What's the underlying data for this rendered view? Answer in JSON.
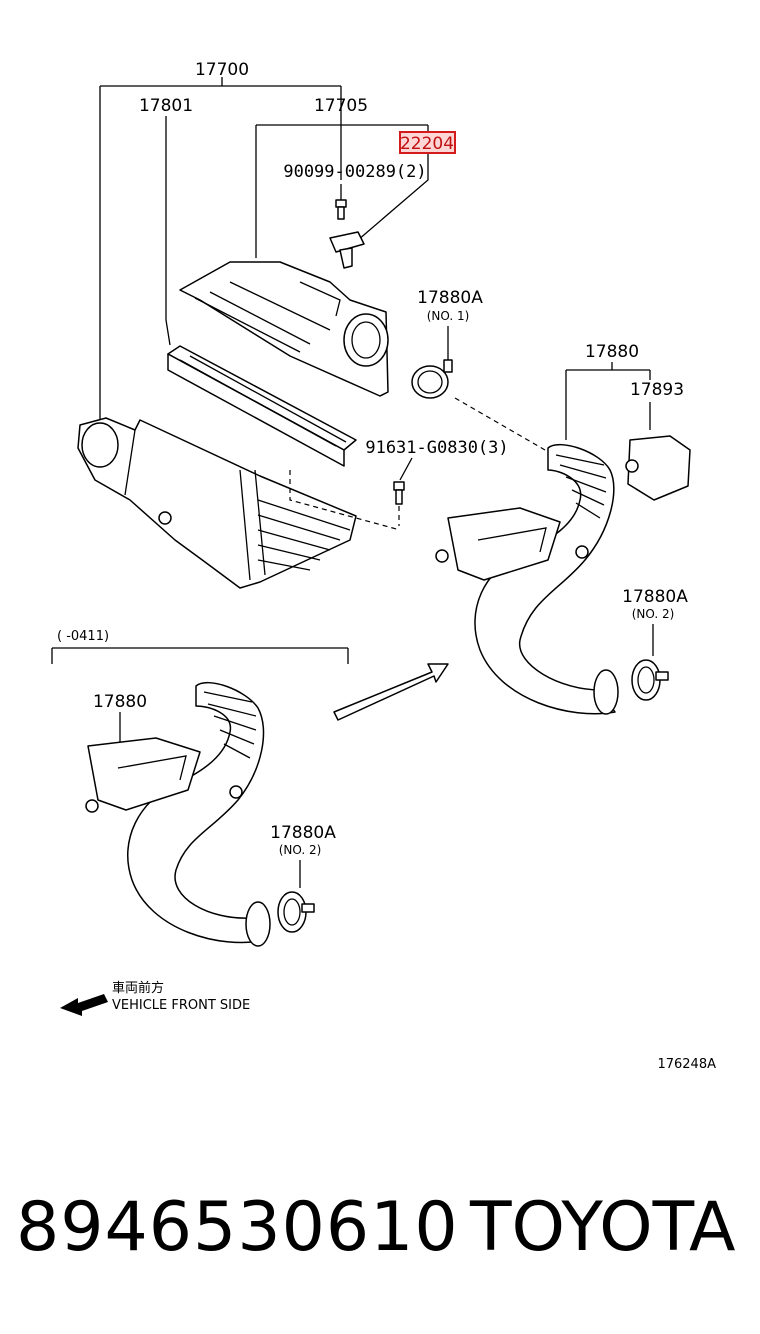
{
  "diagram": {
    "labels": {
      "p17700": "17700",
      "p17801": "17801",
      "p17705": "17705",
      "p22204": "22204",
      "p90099": "90099-00289(2)",
      "p17880A_1": "17880A",
      "p17880A_1_sub": "(NO. 1)",
      "p17880_r": "17880",
      "p17893": "17893",
      "p91631": "91631-G0830(3)",
      "p17880A_2r": "17880A",
      "p17880A_2r_sub": "(NO. 2)",
      "range": "(      -0411)",
      "p17880_l": "17880",
      "p17880A_2l": "17880A",
      "p17880A_2l_sub": "(NO. 2)",
      "front_jp": "車両前方",
      "front_en": "VEHICLE FRONT SIDE",
      "ref": "176248A"
    },
    "highlight_color": "#d41b1b"
  },
  "footer": {
    "part_number": "8946530610",
    "brand": "TOYOTA"
  }
}
